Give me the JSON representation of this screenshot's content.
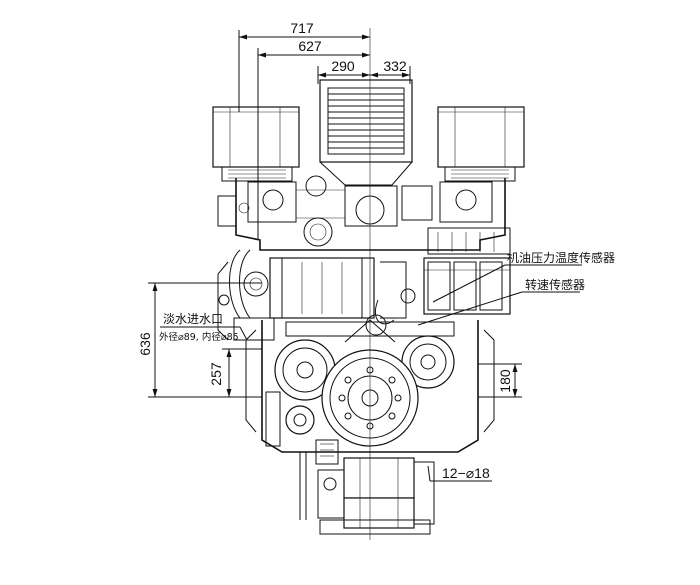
{
  "dimensions": {
    "d717": "717",
    "d627": "627",
    "d290": "290",
    "d332": "332",
    "d636": "636",
    "d257": "257",
    "d180": "180",
    "holes": "12−⌀18"
  },
  "labels": {
    "oil_sensor": "机油压力温度传感器",
    "speed_sensor": "转速传感器",
    "water_inlet": "淡水进水口",
    "water_inlet_dims": "外径⌀89, 内径⌀85"
  },
  "colors": {
    "line": "#111111",
    "background": "#ffffff"
  }
}
